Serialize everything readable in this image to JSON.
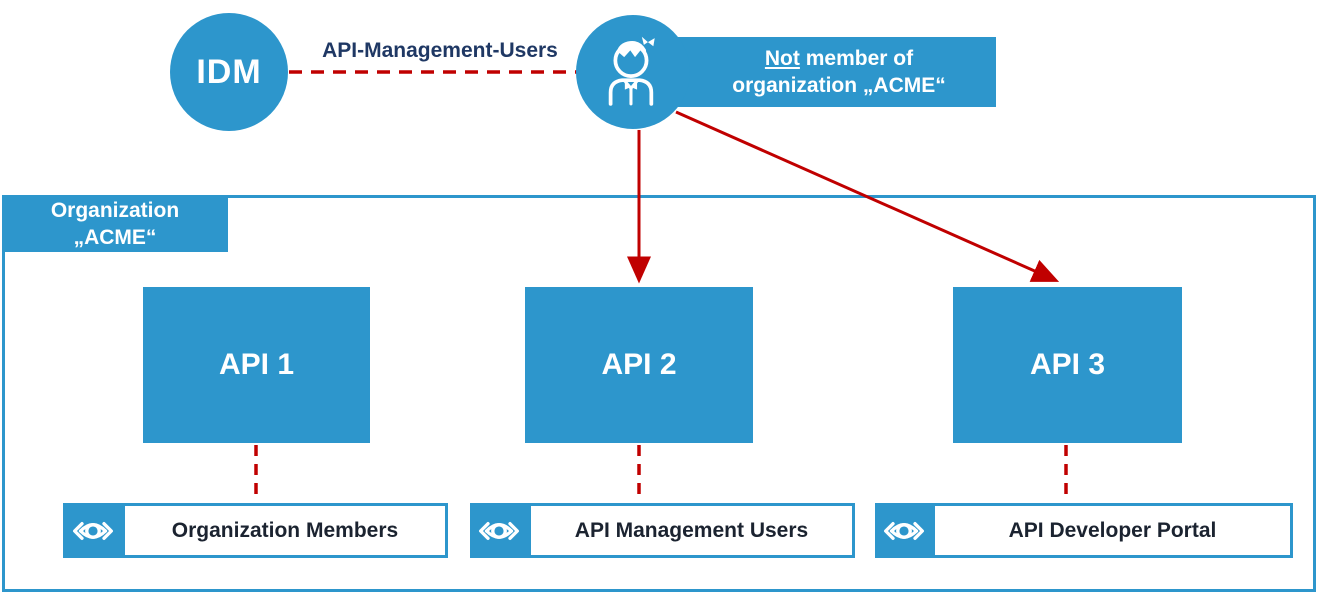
{
  "colors": {
    "accent_blue": "#2D96CC",
    "line_red": "#C00000",
    "connector_text_navy": "#1F3864",
    "permission_text_dark": "#1B2330",
    "node_text_white": "#FFFFFF"
  },
  "idm_node": {
    "label": "IDM"
  },
  "connector": {
    "label": "API-Management-Users",
    "style": "dashed-red"
  },
  "user_node": {
    "icon": "person-icon"
  },
  "user_note": {
    "not_word": "Not",
    "line1_rest": " member of",
    "line2": "organization „ACME“"
  },
  "organization": {
    "name_line1": "Organization",
    "name_line2": "„ACME“"
  },
  "api_boxes": [
    {
      "label": "API 1"
    },
    {
      "label": "API 2"
    },
    {
      "label": "API 3"
    }
  ],
  "permission_labels": [
    {
      "icon": "eye-icon",
      "label": "Organization Members"
    },
    {
      "icon": "eye-icon",
      "label": "API Management Users"
    },
    {
      "icon": "eye-icon",
      "label": "API Developer Portal"
    }
  ],
  "arrows": [
    {
      "from": "user-node",
      "to": "API 2",
      "style": "solid-red-arrow"
    },
    {
      "from": "user-node",
      "to": "API 3",
      "style": "solid-red-arrow"
    }
  ],
  "dashed_links": [
    {
      "from": "IDM",
      "to": "user-node"
    },
    {
      "from": "API 1",
      "to": "Organization Members"
    },
    {
      "from": "API 2",
      "to": "API Management Users"
    },
    {
      "from": "API 3",
      "to": "API Developer Portal"
    }
  ]
}
